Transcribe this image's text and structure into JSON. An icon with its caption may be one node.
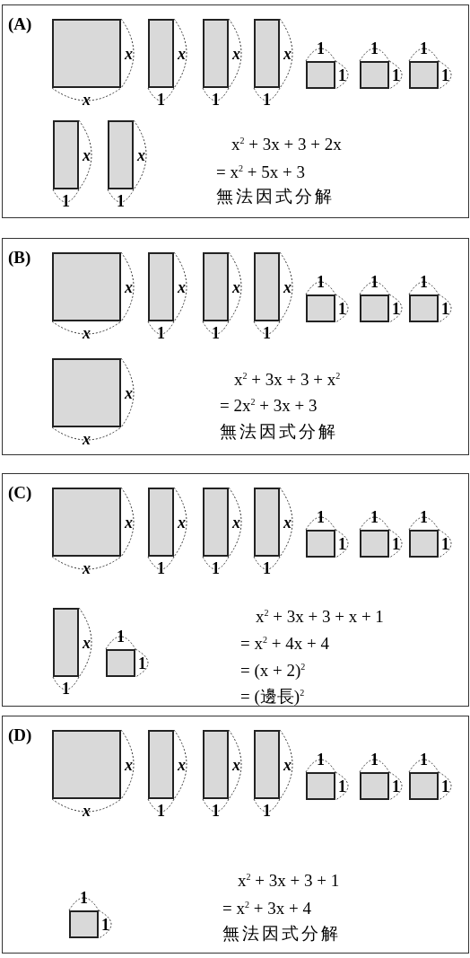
{
  "diagram": {
    "nodes": [
      {
        "text": [
          "(A)",
          "x$^{2}$ + 3x + 3 + 2x",
          "= x$^{2}$ + 5x + 3",
          "無法因式分解"
        ]
      },
      {
        "text": [],
        "shape": "box",
        "in": 0,
        "beside": [
          "x",
          "x"
        ]
      },
      {
        "text": [],
        "shape": "box",
        "in": 0,
        "beside": [
          "x",
          "1"
        ]
      },
      {
        "text": [],
        "shape": "box",
        "in": 0,
        "beside": [
          "x",
          "1"
        ]
      },
      {
        "text": [],
        "shape": "box",
        "in": 0,
        "beside": [
          "x",
          "1"
        ]
      },
      {
        "text": [],
        "shape": "box",
        "in": 0,
        "beside": [
          "1",
          "1"
        ]
      },
      {
        "text": [],
        "shape": "box",
        "in": 0,
        "beside": [
          "1",
          "1"
        ]
      },
      {
        "text": [],
        "shape": "box",
        "in": 0,
        "beside": [
          "1",
          "1"
        ]
      },
      {
        "text": [],
        "shape": "box",
        "in": 0,
        "beside": [
          "x",
          "1"
        ]
      },
      {
        "text": [],
        "shape": "box",
        "in": 0,
        "beside": [
          "x",
          "1"
        ]
      },
      {
        "text": [
          "(B)",
          "x$^{2}$ + 3x + 3 + x$^{2}$",
          "= 2x$^{2}$ + 3x + 3",
          "無法因式分解"
        ]
      },
      {
        "text": [],
        "shape": "box",
        "in": 10,
        "beside": [
          "x",
          "x"
        ]
      },
      {
        "text": [],
        "shape": "box",
        "in": 10,
        "beside": [
          "x",
          "1"
        ]
      },
      {
        "text": [],
        "shape": "box",
        "in": 10,
        "beside": [
          "x",
          "1"
        ]
      },
      {
        "text": [],
        "shape": "box",
        "in": 10,
        "beside": [
          "x",
          "1"
        ]
      },
      {
        "text": [],
        "shape": "box",
        "in": 10,
        "beside": [
          "1",
          "1"
        ]
      },
      {
        "text": [],
        "shape": "box",
        "in": 10,
        "beside": [
          "1",
          "1"
        ]
      },
      {
        "text": [],
        "shape": "box",
        "in": 10,
        "beside": [
          "1",
          "1"
        ]
      },
      {
        "text": [],
        "shape": "box",
        "in": 10,
        "beside": [
          "x",
          "x"
        ]
      },
      {
        "text": [
          "(C)",
          "x$^{2}$ + 3x + 3 + x + 1",
          "= x$^{2}$ + 4x + 4",
          "= (x + 2)$^{2}$",
          "= (邊長)$^{2}$"
        ]
      },
      {
        "text": [],
        "shape": "box",
        "in": 19,
        "beside": [
          "x",
          "x"
        ]
      },
      {
        "text": [],
        "shape": "box",
        "in": 19,
        "beside": [
          "x",
          "1"
        ]
      },
      {
        "text": [],
        "shape": "box",
        "in": 19,
        "beside": [
          "x",
          "1"
        ]
      },
      {
        "text": [],
        "shape": "box",
        "in": 19,
        "beside": [
          "x",
          "1"
        ]
      },
      {
        "text": [],
        "shape": "box",
        "in": 19,
        "beside": [
          "1",
          "1"
        ]
      },
      {
        "text": [],
        "shape": "box",
        "in": 19,
        "beside": [
          "1",
          "1"
        ]
      },
      {
        "text": [],
        "shape": "box",
        "in": 19,
        "beside": [
          "1",
          "1"
        ]
      },
      {
        "text": [],
        "shape": "box",
        "in": 19,
        "beside": [
          "x",
          "1"
        ]
      },
      {
        "text": [],
        "shape": "box",
        "in": 19,
        "beside": [
          "1",
          "1"
        ]
      },
      {
        "text": [
          "(D)",
          "x$^{2}$ + 3x + 3 + 1",
          "= x$^{2}$ + 3x + 4",
          "無法因式分解"
        ]
      },
      {
        "text": [],
        "shape": "box",
        "in": 29,
        "beside": [
          "x",
          "x"
        ]
      },
      {
        "text": [],
        "shape": "box",
        "in": 29,
        "beside": [
          "x",
          "1"
        ]
      },
      {
        "text": [],
        "shape": "box",
        "in": 29,
        "beside": [
          "x",
          "1"
        ]
      },
      {
        "text": [],
        "shape": "box",
        "in": 29,
        "beside": [
          "x",
          "1"
        ]
      },
      {
        "text": [],
        "shape": "box",
        "in": 29,
        "beside": [
          "1",
          "1"
        ]
      },
      {
        "text": [],
        "shape": "box",
        "in": 29,
        "beside": [
          "1",
          "1"
        ]
      },
      {
        "text": [],
        "shape": "box",
        "in": 29,
        "beside": [
          "1",
          "1"
        ]
      },
      {
        "text": [],
        "shape": "box",
        "in": 29,
        "beside": [
          "1",
          "1"
        ]
      }
    ]
  }
}
